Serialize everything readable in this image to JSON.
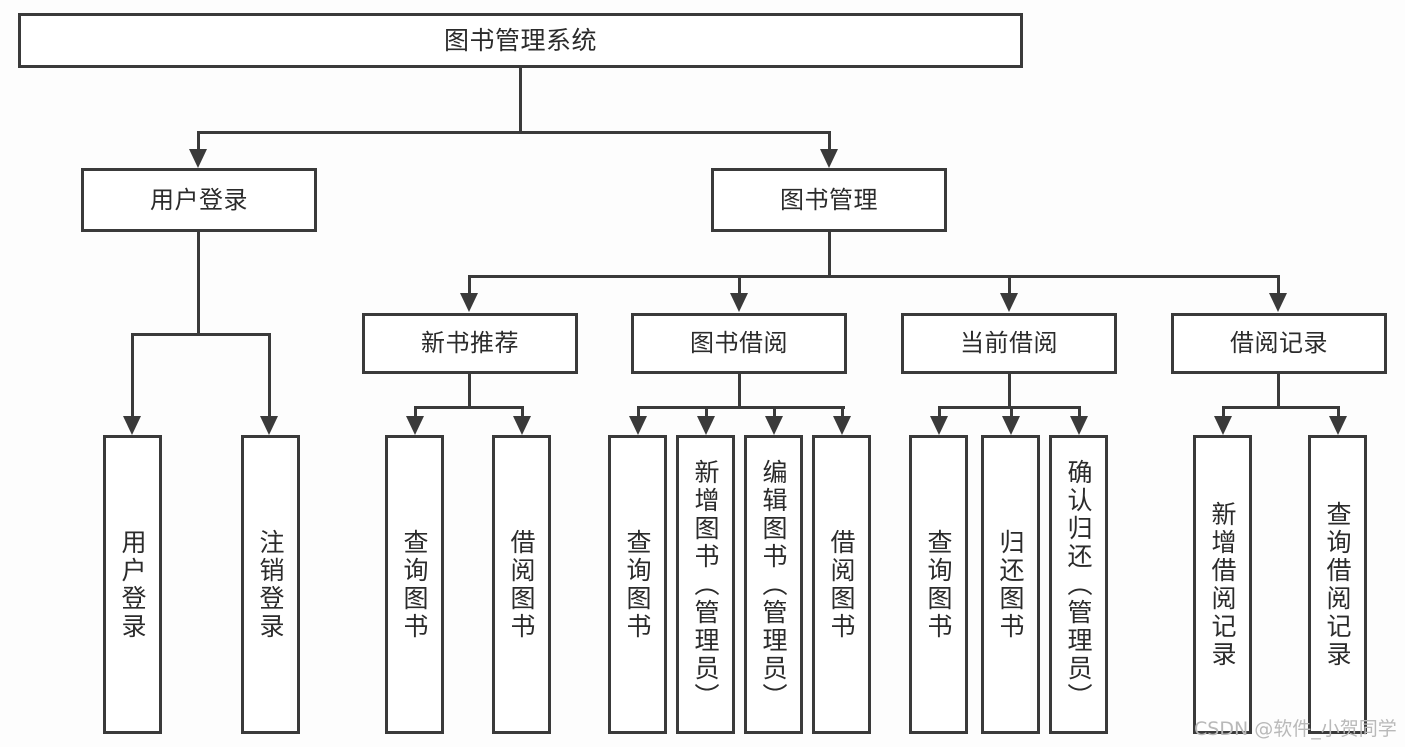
{
  "diagram": {
    "title": "图书管理系统",
    "type": "function-structure-tree",
    "root": {
      "label": "图书管理系统"
    },
    "level2": [
      {
        "label": "用户登录"
      },
      {
        "label": "图书管理"
      }
    ],
    "level3": [
      {
        "label": "新书推荐"
      },
      {
        "label": "图书借阅"
      },
      {
        "label": "当前借阅"
      },
      {
        "label": "借阅记录"
      }
    ],
    "leaves": {
      "user_login": [
        {
          "label": "用户登录"
        },
        {
          "label": "注销登录"
        }
      ],
      "new_book_recommend": [
        {
          "label": "查询图书"
        },
        {
          "label": "借阅图书"
        }
      ],
      "book_borrow": [
        {
          "label": "查询图书"
        },
        {
          "label": "新增图书（管理员）"
        },
        {
          "label": "编辑图书（管理员）"
        },
        {
          "label": "借阅图书"
        }
      ],
      "current_borrow": [
        {
          "label": "查询图书"
        },
        {
          "label": "归还图书"
        },
        {
          "label": "确认归还（管理员）"
        }
      ],
      "borrow_record": [
        {
          "label": "新增借阅记录"
        },
        {
          "label": "查询借阅记录"
        }
      ]
    }
  },
  "watermark": {
    "text": "CSDN @软件_小贺同学"
  },
  "colors": {
    "stroke": "#3a3a3a",
    "fill": "#ffffff",
    "text": "#2b2b2b",
    "watermark": "#b9b9b9"
  }
}
